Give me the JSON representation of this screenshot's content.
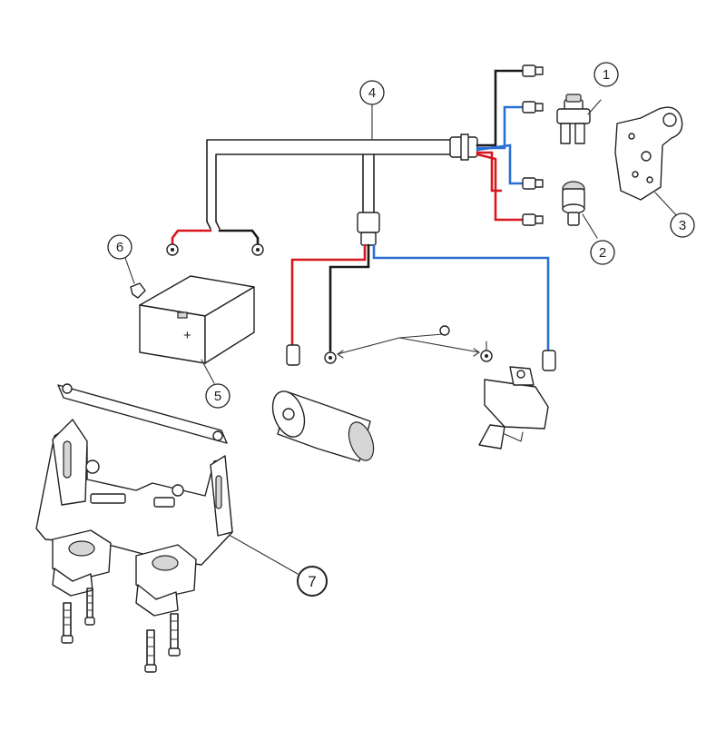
{
  "diagram": {
    "callouts": [
      {
        "id": "c1",
        "label": "1"
      },
      {
        "id": "c2",
        "label": "2"
      },
      {
        "id": "c3",
        "label": "3"
      },
      {
        "id": "c4",
        "label": "4"
      },
      {
        "id": "c5",
        "label": "5"
      },
      {
        "id": "c6",
        "label": "6"
      },
      {
        "id": "c7",
        "label": "7"
      }
    ],
    "battery_symbol": "+",
    "colors": {
      "wire_black": "#1a1a1a",
      "wire_red": "#d7161d",
      "wire_blue": "#2a6fd6"
    }
  }
}
